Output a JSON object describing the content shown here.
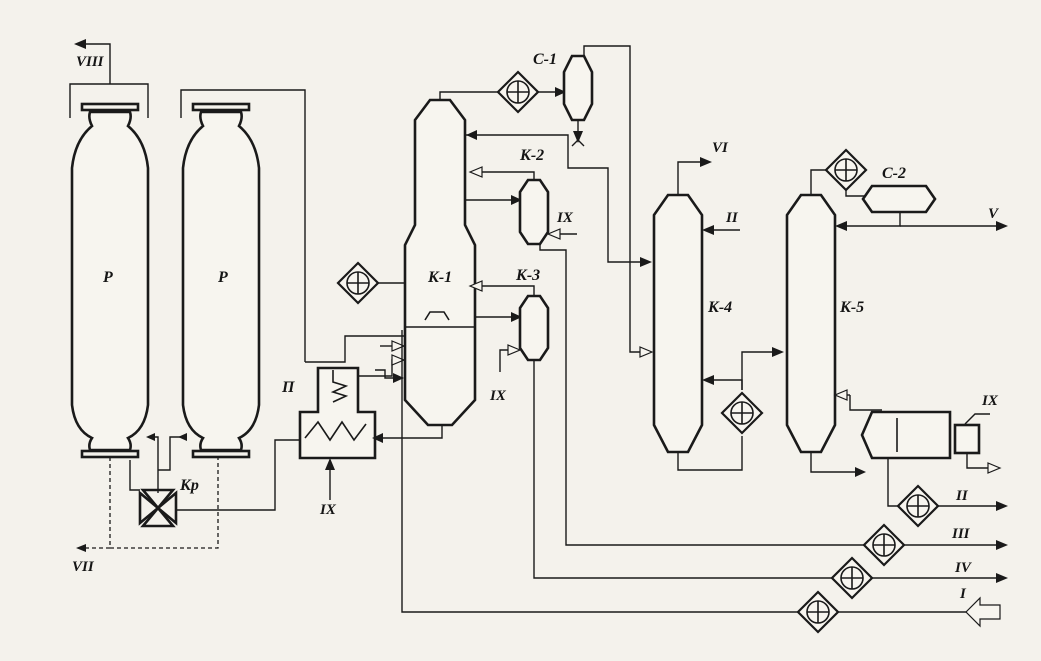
{
  "labels": {
    "reactor_1": "Р",
    "reactor_2": "Р",
    "furnace": "П",
    "valve": "Кр",
    "column_k1": "К-1",
    "column_k2": "К-2",
    "column_k3": "К-3",
    "column_k4": "К-4",
    "column_k5": "К-5",
    "separator_c1": "С-1",
    "separator_c2": "С-2"
  },
  "streams": {
    "feed": "I",
    "k4_side": "II",
    "out_ii": "II",
    "out_iii": "III",
    "out_iv": "IV",
    "out_v": "V",
    "k4_top": "VI",
    "out_vii": "VII",
    "out_viii": "VIII",
    "steam_furnace": "IX",
    "steam_k2": "IX",
    "steam_k3": "IX",
    "steam_reboiler": "IX"
  }
}
